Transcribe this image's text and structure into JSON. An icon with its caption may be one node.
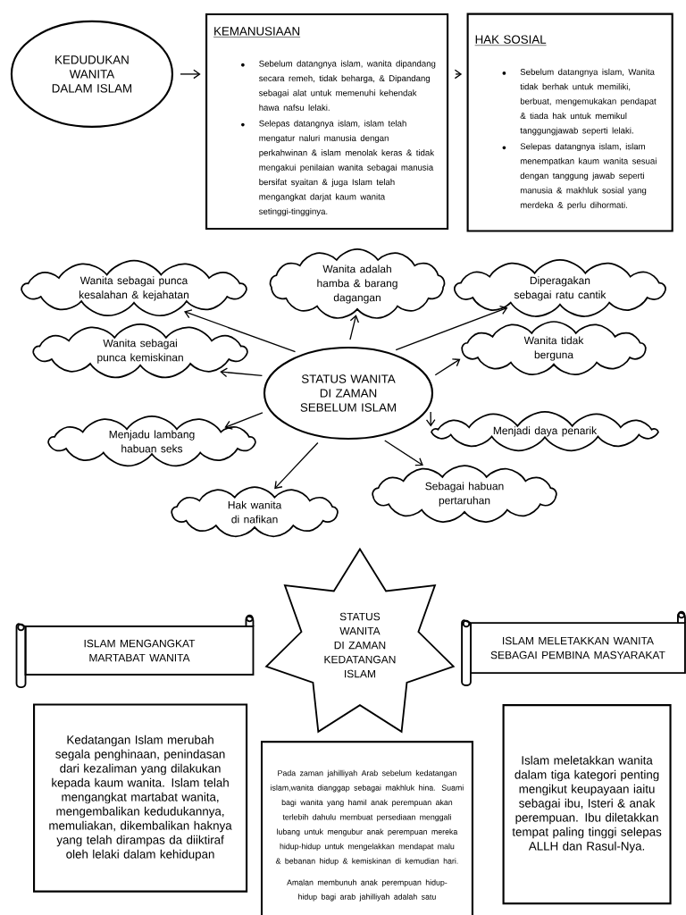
{
  "diagram": {
    "nodes": [
      {
        "text": [
          "KEDUDUKAN WANITA DALAM ISLAM"
        ]
      },
      {
        "text": [
          "KEMANUSIAAN",
          "Sebelum datangnya islam, wanita dipandang secara remeh, tidak beharga, & Dipandang sebagai alat untuk memenuhi kehendak hawa nafsu lelaki.",
          "Selepas datangnya islam, islam telah mengatur naluri manusia dengan perkahwinan & islam menolak keras & tidak mengakui penilaian wanita sebagai manusia bersifat syaitan & juga Islam telah mengangkat darjat kaum wanita setinggi-tingginya."
        ]
      },
      {
        "text": [
          "HAK SOSIAL",
          "Sebelum datangnya islam, Wanita tidak berhak untuk memiliki, berbuat, mengemukakan pendapat & tiada hak untuk memikul tanggungjawab seperti lelaki.",
          "Selepas datangnya islam, islam menempatkan kaum wanita sesuai dengan tanggung jawab seperti manusia & makhluk sosial yang merdeka & perlu dihormati."
        ]
      },
      {
        "text": [
          "STATUS WANITA DI ZAMAN SEBELUM ISLAM"
        ]
      },
      {
        "text": [
          "Wanita sebagai punca kesalahan & kejahatan"
        ]
      },
      {
        "text": [
          "Wanita adalah hamba & barang dagangan"
        ]
      },
      {
        "text": [
          "Diperagakan sebagai ratu cantik"
        ]
      },
      {
        "text": [
          "Wanita sebagai punca kemiskinan"
        ]
      },
      {
        "text": [
          "Wanita tidak berguna"
        ]
      },
      {
        "text": [
          "Menjadi daya penarik"
        ]
      },
      {
        "text": [
          "Menjadu lambang habuan seks"
        ]
      },
      {
        "text": [
          "Sebagai habuan pertaruhan"
        ]
      },
      {
        "text": [
          "Hak wanita di nafikan"
        ]
      },
      {
        "text": [
          "ISLAM MENGANGKAT MARTABAT WANITA"
        ]
      },
      {
        "text": [
          "STATUS WANITA DI ZAMAN KEDATANGAN ISLAM"
        ]
      },
      {
        "text": [
          "ISLAM MELETAKKAN WANITA SEBAGAI PEMBINA MASYARAKAT"
        ]
      },
      {
        "text": [
          "Kedatangan Islam merubah segala penghinaan, penindasan dari kezaliman yang dilakukan kepada kaum wanita.  Islam telah mengangkat martabat wanita, mengembalikan kedudukannya, memuliakan, dikembalikan haknya yang telah dirampas da diiktiraf oleh lelaki dalam kehidupan"
        ]
      },
      {
        "text": [
          "Pada zaman jahilliyah Arab sebelum kedatangan islam,wanita dianggap sebagai makhluk hina.  Suami bagi wanita yang hamil anak perempuan akan terlebih dahulu membuat persediaan menggali lubang untuk mengubur anak perempuan mereka hidup-hidup untuk mengelakkan mendapat malu & bebanan hidup & kemiskinan di kemudian hari.",
          "Amalan membunuh anak perempuan hidup-hidup bagi arab jahilliyah adalah satu"
        ]
      },
      {
        "text": [
          "Islam meletakkan wanita dalam tiga kategori penting mengikut keupayaan iaitu sebagai ibu, Isteri & anak perempuan. Ibu diletakkan tempat paling tinggi selepas ALLH dan Rasul-Nya."
        ]
      }
    ],
    "edges": [
      {
        "from": 0,
        "to": 1,
        "arrow": "to"
      },
      {
        "from": 1,
        "to": 2,
        "arrow": "to"
      },
      {
        "from": 3,
        "to": 4,
        "arrow": "to"
      },
      {
        "from": 3,
        "to": 5,
        "arrow": "to"
      },
      {
        "from": 3,
        "to": 6,
        "arrow": "to"
      },
      {
        "from": 3,
        "to": 7,
        "arrow": "to"
      },
      {
        "from": 3,
        "to": 8,
        "arrow": "to"
      },
      {
        "from": 3,
        "to": 9,
        "arrow": "to"
      },
      {
        "from": 3,
        "to": 10,
        "arrow": "to"
      },
      {
        "from": 3,
        "to": 11,
        "arrow": "to"
      },
      {
        "from": 3,
        "to": 12,
        "arrow": "to"
      }
    ]
  }
}
